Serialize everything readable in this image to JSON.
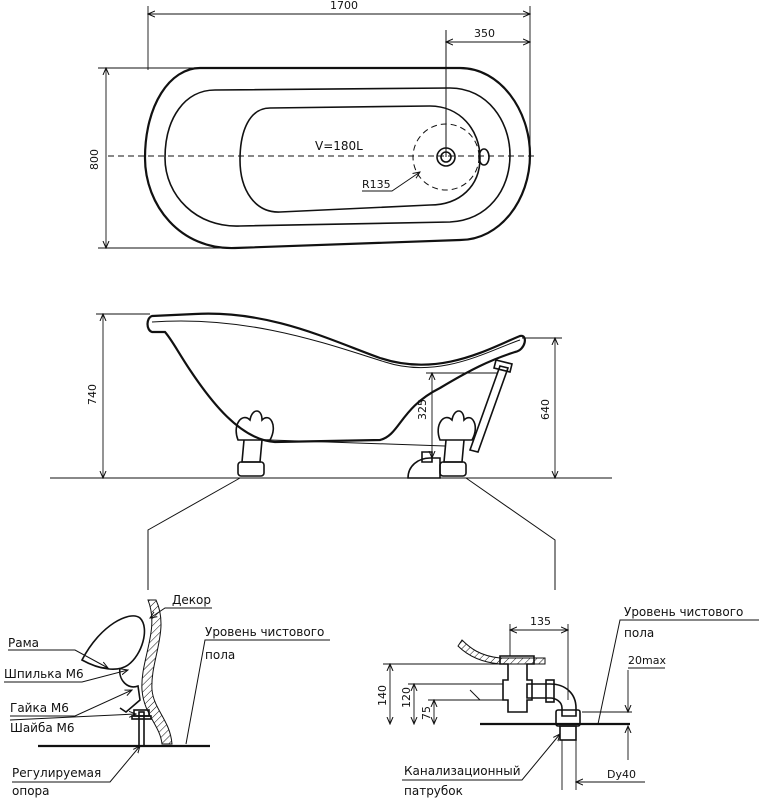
{
  "top_view": {
    "length": "1700",
    "width": "800",
    "drain_offset": "350",
    "volume": "V=180L",
    "radius": "R135"
  },
  "side_view": {
    "height_total": "740",
    "height_rim": "640",
    "drain_height": "325"
  },
  "foot_detail": {
    "decor": "Декор",
    "frame": "Рама",
    "stud": "Шпилька М6",
    "nut": "Гайка М6",
    "washer": "Шайба М6",
    "floor_level_1": "Уровень чистового",
    "floor_level_2": "пола",
    "support_1": "Регулируемая",
    "support_2": "опора"
  },
  "drain_detail": {
    "width_135": "135",
    "h_140": "140",
    "h_120": "120",
    "h_75": "75",
    "floor_level_1": "Уровень чистового",
    "floor_level_2": "пола",
    "max_20": "20max",
    "pipe_1": "Канализационный",
    "pipe_2": "патрубок",
    "dy": "Dy40"
  }
}
